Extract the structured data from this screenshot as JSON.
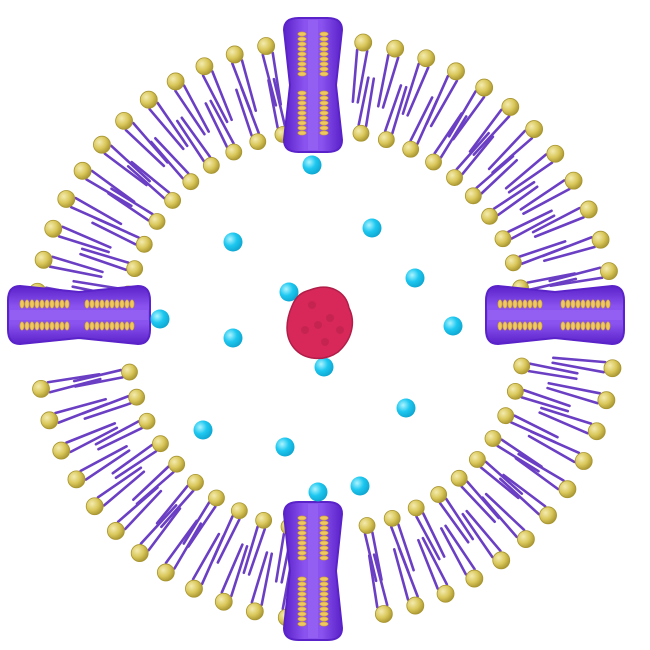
{
  "diagram": {
    "type": "liposome-cross-section",
    "colors": {
      "background": "#ffffff",
      "lipid_head": "#d9c75a",
      "lipid_head_light": "#f1e7a4",
      "lipid_head_dark": "#a89530",
      "lipid_tail": "#6b3fc4",
      "lipid_tail_dark": "#4a2591",
      "channel_body": "#7a3fe0",
      "channel_edge": "#5a22c9",
      "channel_helix": "#f0c860",
      "channel_helix_dark": "#c89a30",
      "solute": "#1ec8f0",
      "solute_highlight": "#9ef0ff",
      "cargo": "#d8285a",
      "cargo_dark": "#b01e48"
    },
    "components": [
      {
        "id": "lipid-bilayer",
        "icon": "phospholipid-bilayer"
      },
      {
        "id": "membrane-channels",
        "icon": "transmembrane-protein",
        "count": 4,
        "orientation": [
          "top",
          "left",
          "right",
          "bottom"
        ]
      },
      {
        "id": "small-solutes",
        "icon": "cyan-sphere",
        "count": 16
      },
      {
        "id": "cargo-molecule",
        "icon": "red-blob",
        "count": 1
      }
    ]
  }
}
